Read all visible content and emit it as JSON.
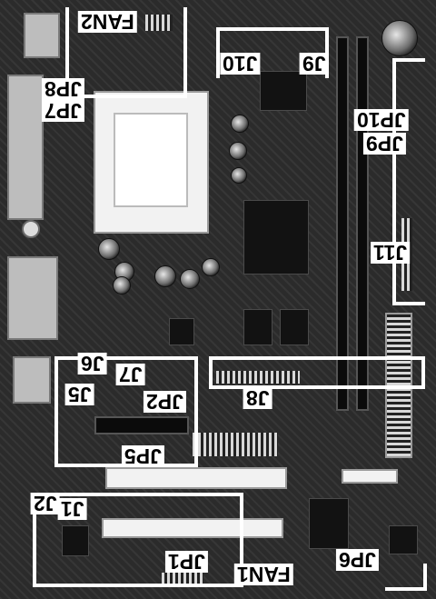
{
  "diagram": {
    "title": "",
    "connector_labels": {
      "fan2": "FAN2",
      "jp8": "JP8",
      "jp7": "JP7",
      "j10": "J10",
      "j9": "J9",
      "jp10": "JP10",
      "jp9": "JP9",
      "j11": "J11",
      "j6": "J6",
      "j7": "J7",
      "j5": "J5",
      "jp2": "JP2",
      "j8": "J8",
      "jp5": "JP5",
      "j2": "J2",
      "j1": "J1",
      "jp1": "JP1",
      "fan1": "FAN1",
      "jp6": "JP6"
    },
    "colors": {
      "board": "#2b2b2b",
      "overlay": "#ffffff",
      "label_text": "#000000"
    }
  }
}
